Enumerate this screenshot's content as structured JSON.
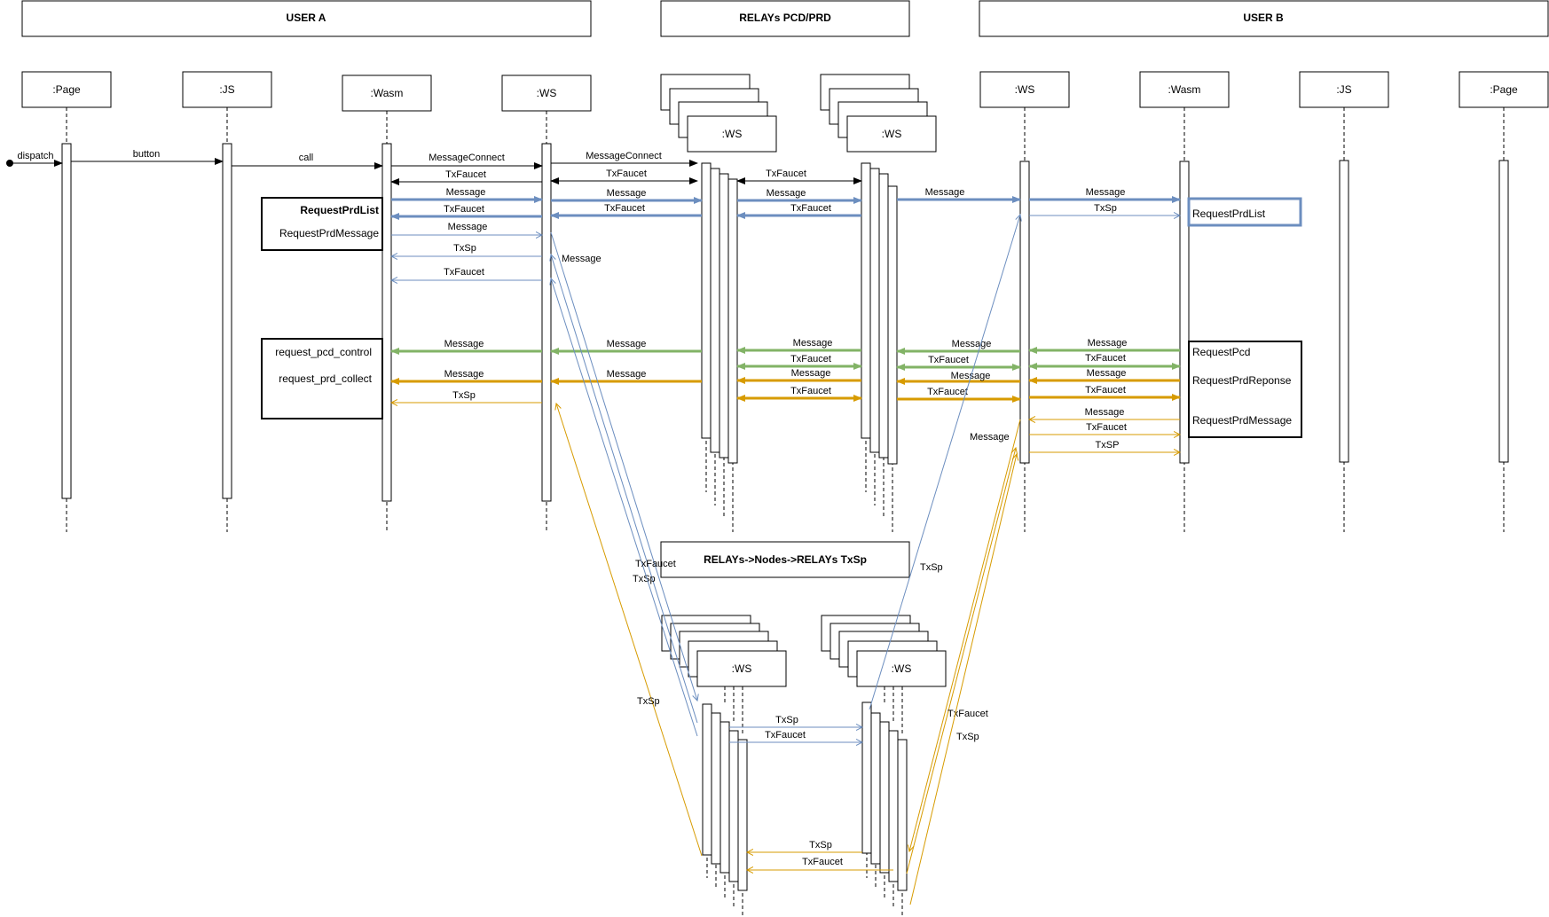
{
  "colors": {
    "black": "#000000",
    "blue": "#6c8ebf",
    "green": "#82b366",
    "orange": "#d79b00"
  },
  "headers": {
    "user_a": "USER A",
    "relays": "RELAYs PCD/PRD",
    "user_b": "USER B",
    "relay_nodes": "RELAYs->Nodes->RELAYs TxSp"
  },
  "lifelines": {
    "page": ":Page",
    "js": ":JS",
    "wasm": ":Wasm",
    "ws": ":WS"
  },
  "notes": {
    "a1_title": "RequestPrdList",
    "a1_sub": "RequestPrdMessage",
    "a2_l1": "request_pcd_control",
    "a2_l2": "request_prd_collect",
    "b1": "RequestPrdList",
    "b2_l1": "RequestPcd",
    "b2_l2": "RequestPrdReponse",
    "b2_l3": "RequestPrdMessage"
  },
  "messages": {
    "dispatch": "dispatch",
    "button": "button",
    "call": "call",
    "message_connect": "MessageConnect",
    "tx_faucet": "TxFaucet",
    "message": "Message",
    "tx_sp": "TxSp",
    "tx_sp_caps": "TxSP"
  }
}
